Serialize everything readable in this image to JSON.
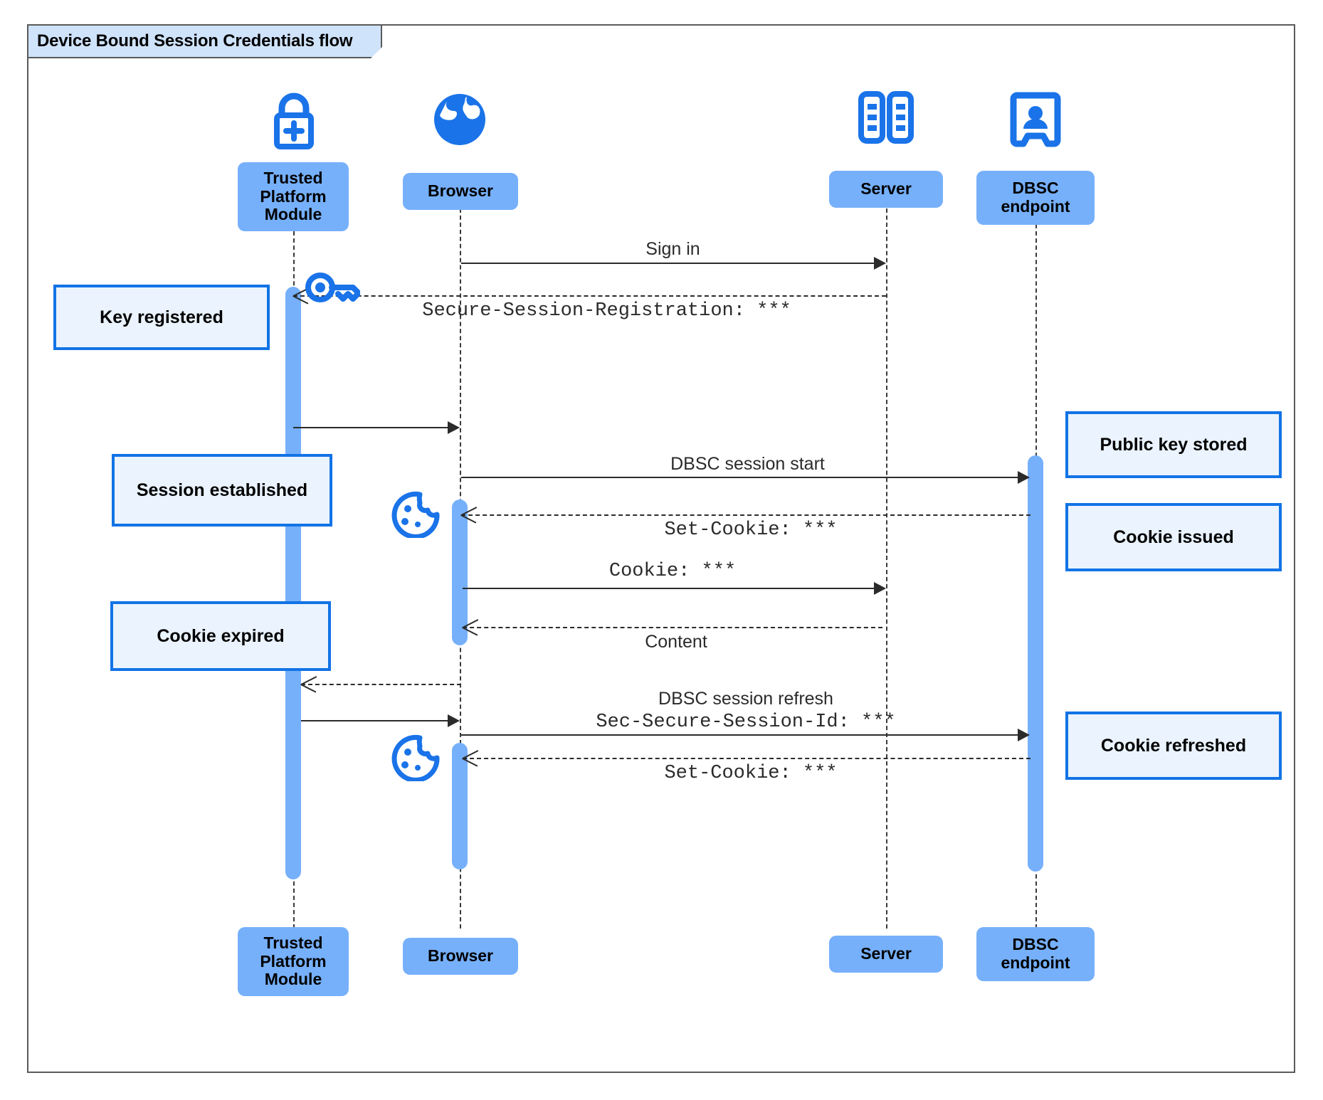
{
  "frame": {
    "title": "Device Bound Session Credentials flow"
  },
  "colors": {
    "participant_fill": "#76b0fb",
    "note_fill": "#eaf3fe",
    "note_border": "#1273e6",
    "activation_fill": "#76b0fb",
    "icon_blue": "#1a73e8",
    "frame_border": "#5a5a5a",
    "title_fill": "#cfe3fb",
    "line": "#2b2b2b"
  },
  "participants": [
    {
      "id": "tpm",
      "label": "Trusted Platform Module",
      "icon": "lock-plus-icon"
    },
    {
      "id": "browser",
      "label": "Browser",
      "icon": "globe-icon"
    },
    {
      "id": "server",
      "label": "Server",
      "icon": "server-rack-icon"
    },
    {
      "id": "dbsc",
      "label": "DBSC endpoint",
      "icon": "id-badge-icon"
    }
  ],
  "messages": [
    {
      "id": "m1",
      "label": "Sign in",
      "style": "sans",
      "line": "solid",
      "dir": "right"
    },
    {
      "id": "m2",
      "label": "Secure-Session-Registration: ***",
      "style": "mono",
      "line": "dashed",
      "dir": "left"
    },
    {
      "id": "m3",
      "label": "",
      "style": "sans",
      "line": "solid",
      "dir": "right"
    },
    {
      "id": "m4",
      "label": "DBSC session start",
      "style": "sans",
      "line": "solid",
      "dir": "right"
    },
    {
      "id": "m5",
      "label": "Set-Cookie: ***",
      "style": "mono",
      "line": "dashed",
      "dir": "left"
    },
    {
      "id": "m6",
      "label": "Cookie: ***",
      "style": "mono",
      "line": "solid",
      "dir": "right"
    },
    {
      "id": "m7",
      "label": "Content",
      "style": "sans",
      "line": "dashed",
      "dir": "left"
    },
    {
      "id": "m8",
      "label": "",
      "style": "sans",
      "line": "dashed",
      "dir": "left"
    },
    {
      "id": "m9a",
      "label": "DBSC session refresh",
      "style": "sans",
      "line": "solid",
      "dir": "right"
    },
    {
      "id": "m9b",
      "label": "Sec-Secure-Session-Id: ***",
      "style": "mono",
      "line": "solid",
      "dir": "right"
    },
    {
      "id": "m10",
      "label": "Set-Cookie: ***",
      "style": "mono",
      "line": "dashed",
      "dir": "left"
    }
  ],
  "notes": [
    {
      "id": "n1",
      "label": "Key registered",
      "side": "left"
    },
    {
      "id": "n2",
      "label": "Session established",
      "side": "left"
    },
    {
      "id": "n3",
      "label": "Cookie expired",
      "side": "left"
    },
    {
      "id": "n4",
      "label": "Public key stored",
      "side": "right"
    },
    {
      "id": "n5",
      "label": "Cookie issued",
      "side": "right"
    },
    {
      "id": "n6",
      "label": "Cookie refreshed",
      "side": "right"
    }
  ],
  "inline_icons": [
    {
      "id": "key",
      "name": "key-icon"
    },
    {
      "id": "cookie1",
      "name": "cookie-icon"
    },
    {
      "id": "cookie2",
      "name": "cookie-icon"
    }
  ]
}
